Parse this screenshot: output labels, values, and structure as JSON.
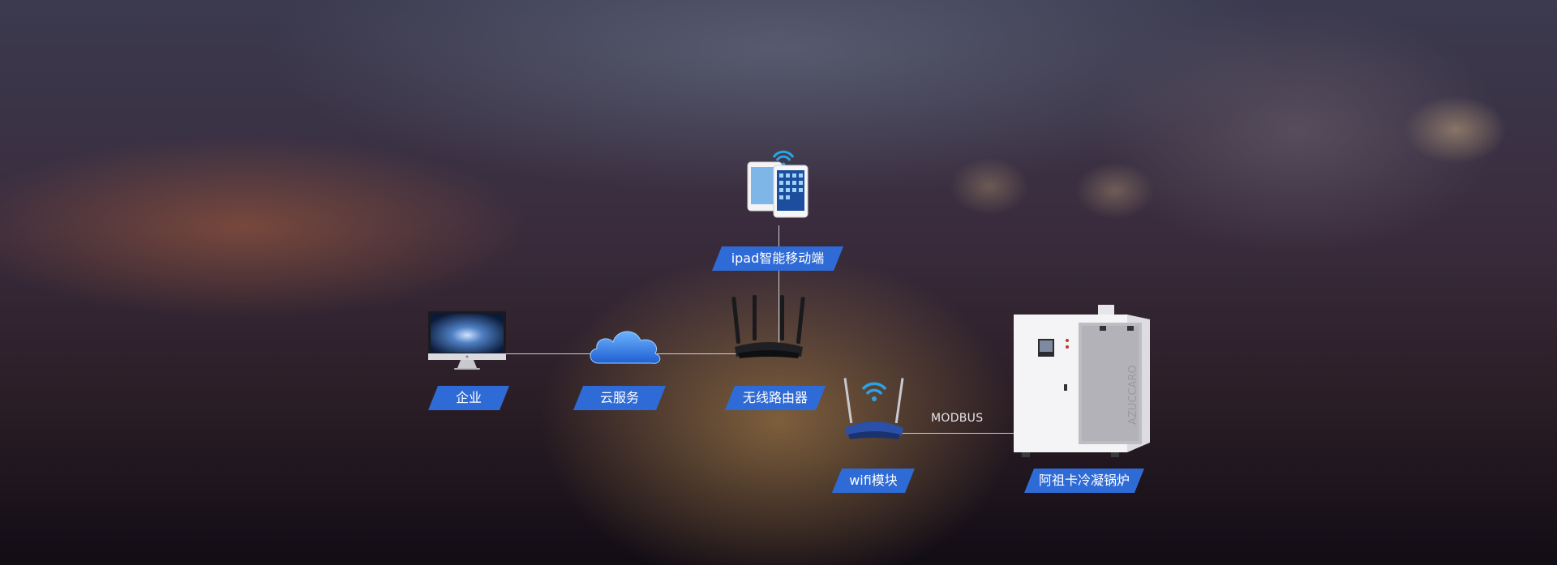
{
  "nodes": {
    "enterprise": {
      "label": "企业",
      "icon": "imac-icon"
    },
    "cloud": {
      "label": "云服务",
      "icon": "cloud-icon"
    },
    "router": {
      "label": "无线路由器",
      "icon": "wireless-router-icon"
    },
    "ipad": {
      "label": "ipad智能移动端",
      "icon": "ipad-icon"
    },
    "wifi_module": {
      "label": "wifi模块",
      "icon": "wifi-module-icon"
    },
    "boiler": {
      "label": "阿祖卡冷凝锅炉",
      "icon": "boiler-icon",
      "brand_text": "AZUCCARO"
    }
  },
  "links": {
    "modbus_label": "MODBUS"
  },
  "colors": {
    "label_bg": "#2f6bd6",
    "wifi": "#2aa3e6",
    "line": "#e8e8ee"
  }
}
